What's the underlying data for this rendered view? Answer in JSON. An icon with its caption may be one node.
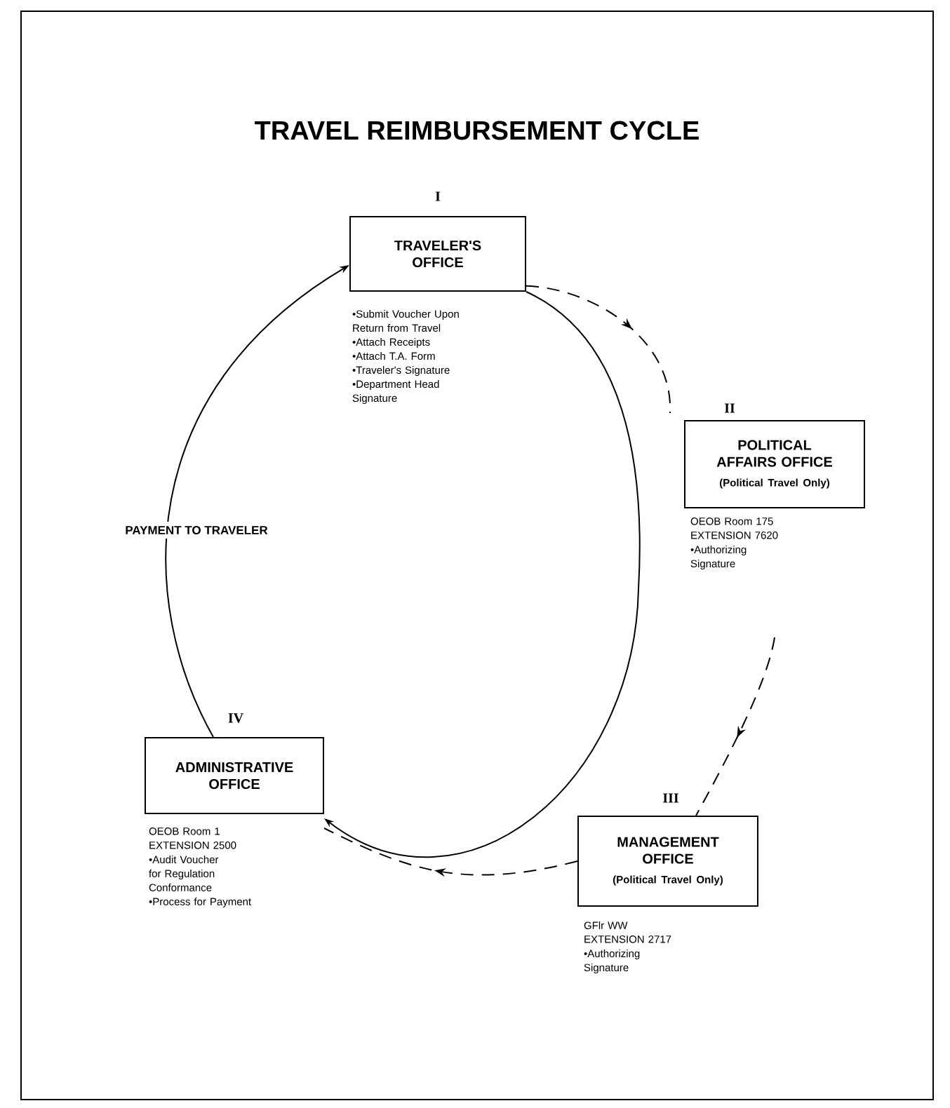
{
  "diagram": {
    "title": "TRAVEL  REIMBURSEMENT CYCLE",
    "nodes": [
      {
        "text": [
          "TRAVELER'S OFFICE"
        ],
        "beside": [
          "I",
          "•Submit Voucher Upon Return from Travel",
          "•Attach Receipts",
          "•Attach T.A. Form",
          "•Traveler's Signature",
          "•Department Head Signature"
        ]
      },
      {
        "text": [
          "POLITICAL AFFAIRS OFFICE",
          "(Political Travel Only)"
        ],
        "beside": [
          "II",
          "OEOB Room 175",
          "EXTENSION 7620",
          "•Authorizing Signature"
        ]
      },
      {
        "text": [
          "MANAGEMENT OFFICE",
          "(Political Travel Only)"
        ],
        "beside": [
          "III",
          "GFlr WW",
          "EXTENSION 2717",
          "•Authorizing Signature"
        ]
      },
      {
        "text": [
          "ADMINISTRATIVE OFFICE"
        ],
        "beside": [
          "IV",
          "OEOB Room 1",
          "EXTENSION 2500",
          "•Audit Voucher for Regulation Conformance",
          "•Process for Payment"
        ]
      }
    ],
    "edges": [
      {
        "from": 0,
        "to": 1,
        "arrow": "to",
        "style": "dashed"
      },
      {
        "from": 1,
        "to": 2,
        "arrow": "to",
        "style": "dashed"
      },
      {
        "from": 2,
        "to": 3,
        "arrow": "to",
        "style": "dashed"
      },
      {
        "from": 0,
        "to": 3,
        "arrow": "to"
      },
      {
        "from": 3,
        "to": 0,
        "arrow": "to",
        "label": "PAYMENT TO TRAVELER"
      }
    ]
  }
}
